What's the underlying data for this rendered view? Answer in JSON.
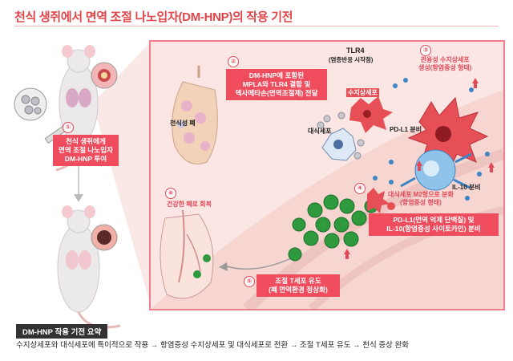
{
  "title": "천식 생쥐에서 면역 조절 나노입자(DM-HNP)의 작용 기전",
  "steps": [
    {
      "num": "①",
      "text_lines": [
        "천식 생쥐에게",
        "면역 조절 나노입자",
        "DM-HNP 투여"
      ]
    },
    {
      "num": "②",
      "text_lines": [
        "DM-HNP에 포함된",
        "MPLA와 TLR4 결합 및",
        "덱사메타손(면역조절제) 전달"
      ]
    },
    {
      "num": "③",
      "text_lines": [
        "관용성 수지상세포",
        "생성(항염증성 형태)"
      ]
    },
    {
      "num": "④",
      "text_lines": [
        "대식세포 M2형으로 분화",
        "(항염증성 형태)"
      ]
    },
    {
      "num": "⑤",
      "text_lines": [
        "조절 T세포 유도",
        "(폐 면역환경 정상화)"
      ]
    },
    {
      "num": "⑥",
      "text": "건강한 폐로 회복"
    }
  ],
  "secretion_box": {
    "lines": [
      "PD-L1(면역 억제 단백질) 및",
      "IL-10(항염증성 사이토카인) 분비"
    ]
  },
  "labels": {
    "asthma_lung": "천식성 폐",
    "tlr4": "TLR4",
    "tlr4_sub": "(염증반응 시작점)",
    "dendritic": "수지상세포",
    "macrophage": "대식세포",
    "pdl1": "PD-L1 분비",
    "il10": "IL-10 분비"
  },
  "summary": {
    "heading": "DM-HNP 작용 기전 요약",
    "text": "수지상세포와 대식세포에 특이적으로 작용 → 항염증성 수지상세포 및 대식세포로 전환 → 조절 T세포 유도 → 천식 증상 완화"
  },
  "colors": {
    "accent": "#ef4d5d",
    "title": "#e0454a",
    "panel_bg": "#fbe6e4",
    "tcell": "#2e9a3d"
  }
}
